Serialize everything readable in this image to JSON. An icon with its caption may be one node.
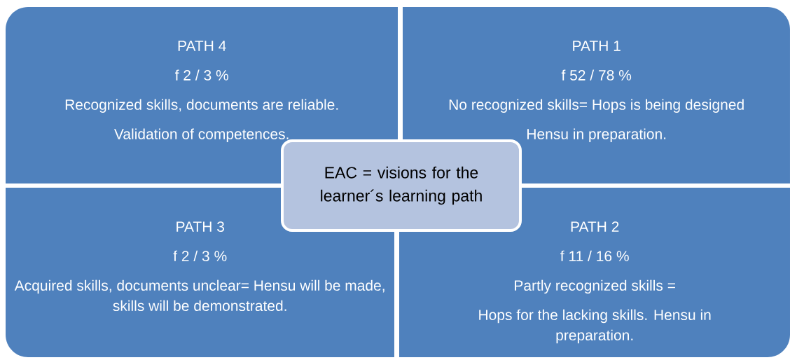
{
  "diagram": {
    "nodes": [
      {
        "text": [
          "PATH 4",
          "f 2 / 3 %",
          "Recognized skills, documents are reliable.",
          "Validation of competences."
        ]
      },
      {
        "text": [
          "PATH 1",
          "f 52 / 78 %",
          "No recognized skills= Hops is being designed",
          "Hensu in preparation."
        ]
      },
      {
        "text": [
          "EAC = visions for the learner´s learning path"
        ]
      },
      {
        "text": [
          "PATH 3",
          "f 2 / 3 %",
          "Acquired skills, documents unclear= Hensu will be made, skills will be demonstrated."
        ]
      },
      {
        "text": [
          "PATH 2",
          "f 11 / 16 %",
          "Partly recognized skills =",
          "Hops for the lacking skills. Hensu in preparation."
        ]
      }
    ]
  }
}
